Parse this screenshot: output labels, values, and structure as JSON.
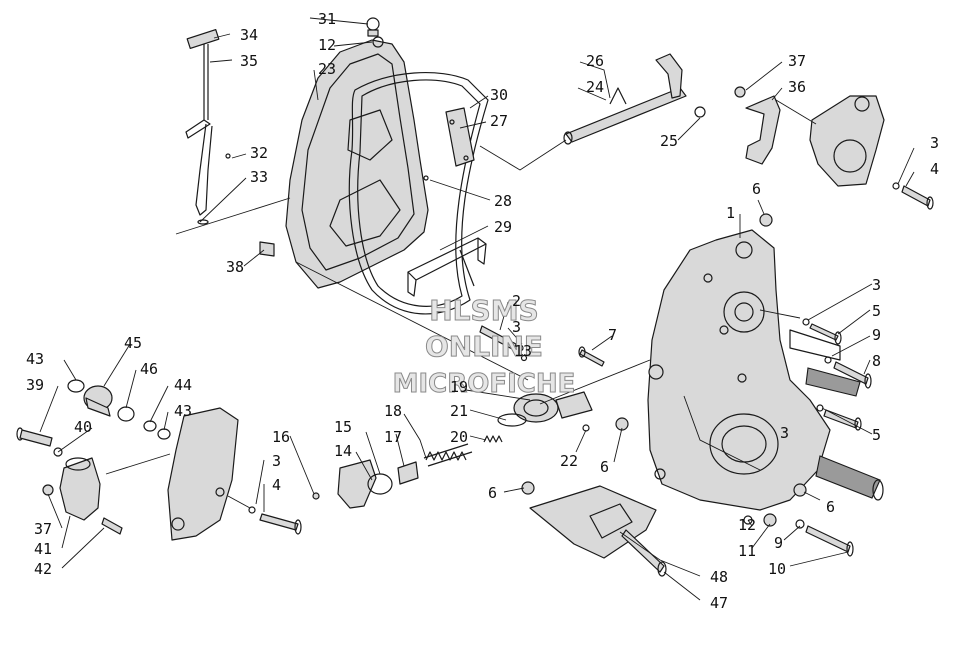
{
  "watermark": {
    "line1": "HLSMS",
    "line2": "ONLINE",
    "line3": "MICROFICHE"
  },
  "callouts": {
    "c34": "34",
    "c35": "35",
    "c31": "31",
    "c12a": "12",
    "c23": "23",
    "c32": "32",
    "c33": "33",
    "c26": "26",
    "c24": "24",
    "c30": "30",
    "c27": "27",
    "c25": "25",
    "c28": "28",
    "c29": "29",
    "c38": "38",
    "c37a": "37",
    "c36": "36",
    "c3a": "3",
    "c4a": "4",
    "c6a": "6",
    "c1": "1",
    "c3b": "3",
    "c5a": "5",
    "c9a": "9",
    "c8": "8",
    "c7": "7",
    "c2": "2",
    "c3c": "3",
    "c13": "13",
    "c19": "19",
    "c21": "21",
    "c18": "18",
    "c20": "20",
    "c22": "22",
    "c6b": "6",
    "c3d": "3",
    "c5b": "5",
    "c6c": "6",
    "c6d": "6",
    "c12b": "12",
    "c11": "11",
    "c9b": "9",
    "c10": "10",
    "c48": "48",
    "c47": "47",
    "c45": "45",
    "c43a": "43",
    "c46": "46",
    "c39": "39",
    "c44": "44",
    "c43b": "43",
    "c40": "40",
    "c16": "16",
    "c15": "15",
    "c14": "14",
    "c17": "17",
    "c3e": "3",
    "c4b": "4",
    "c37b": "37",
    "c41": "41",
    "c42": "42"
  }
}
